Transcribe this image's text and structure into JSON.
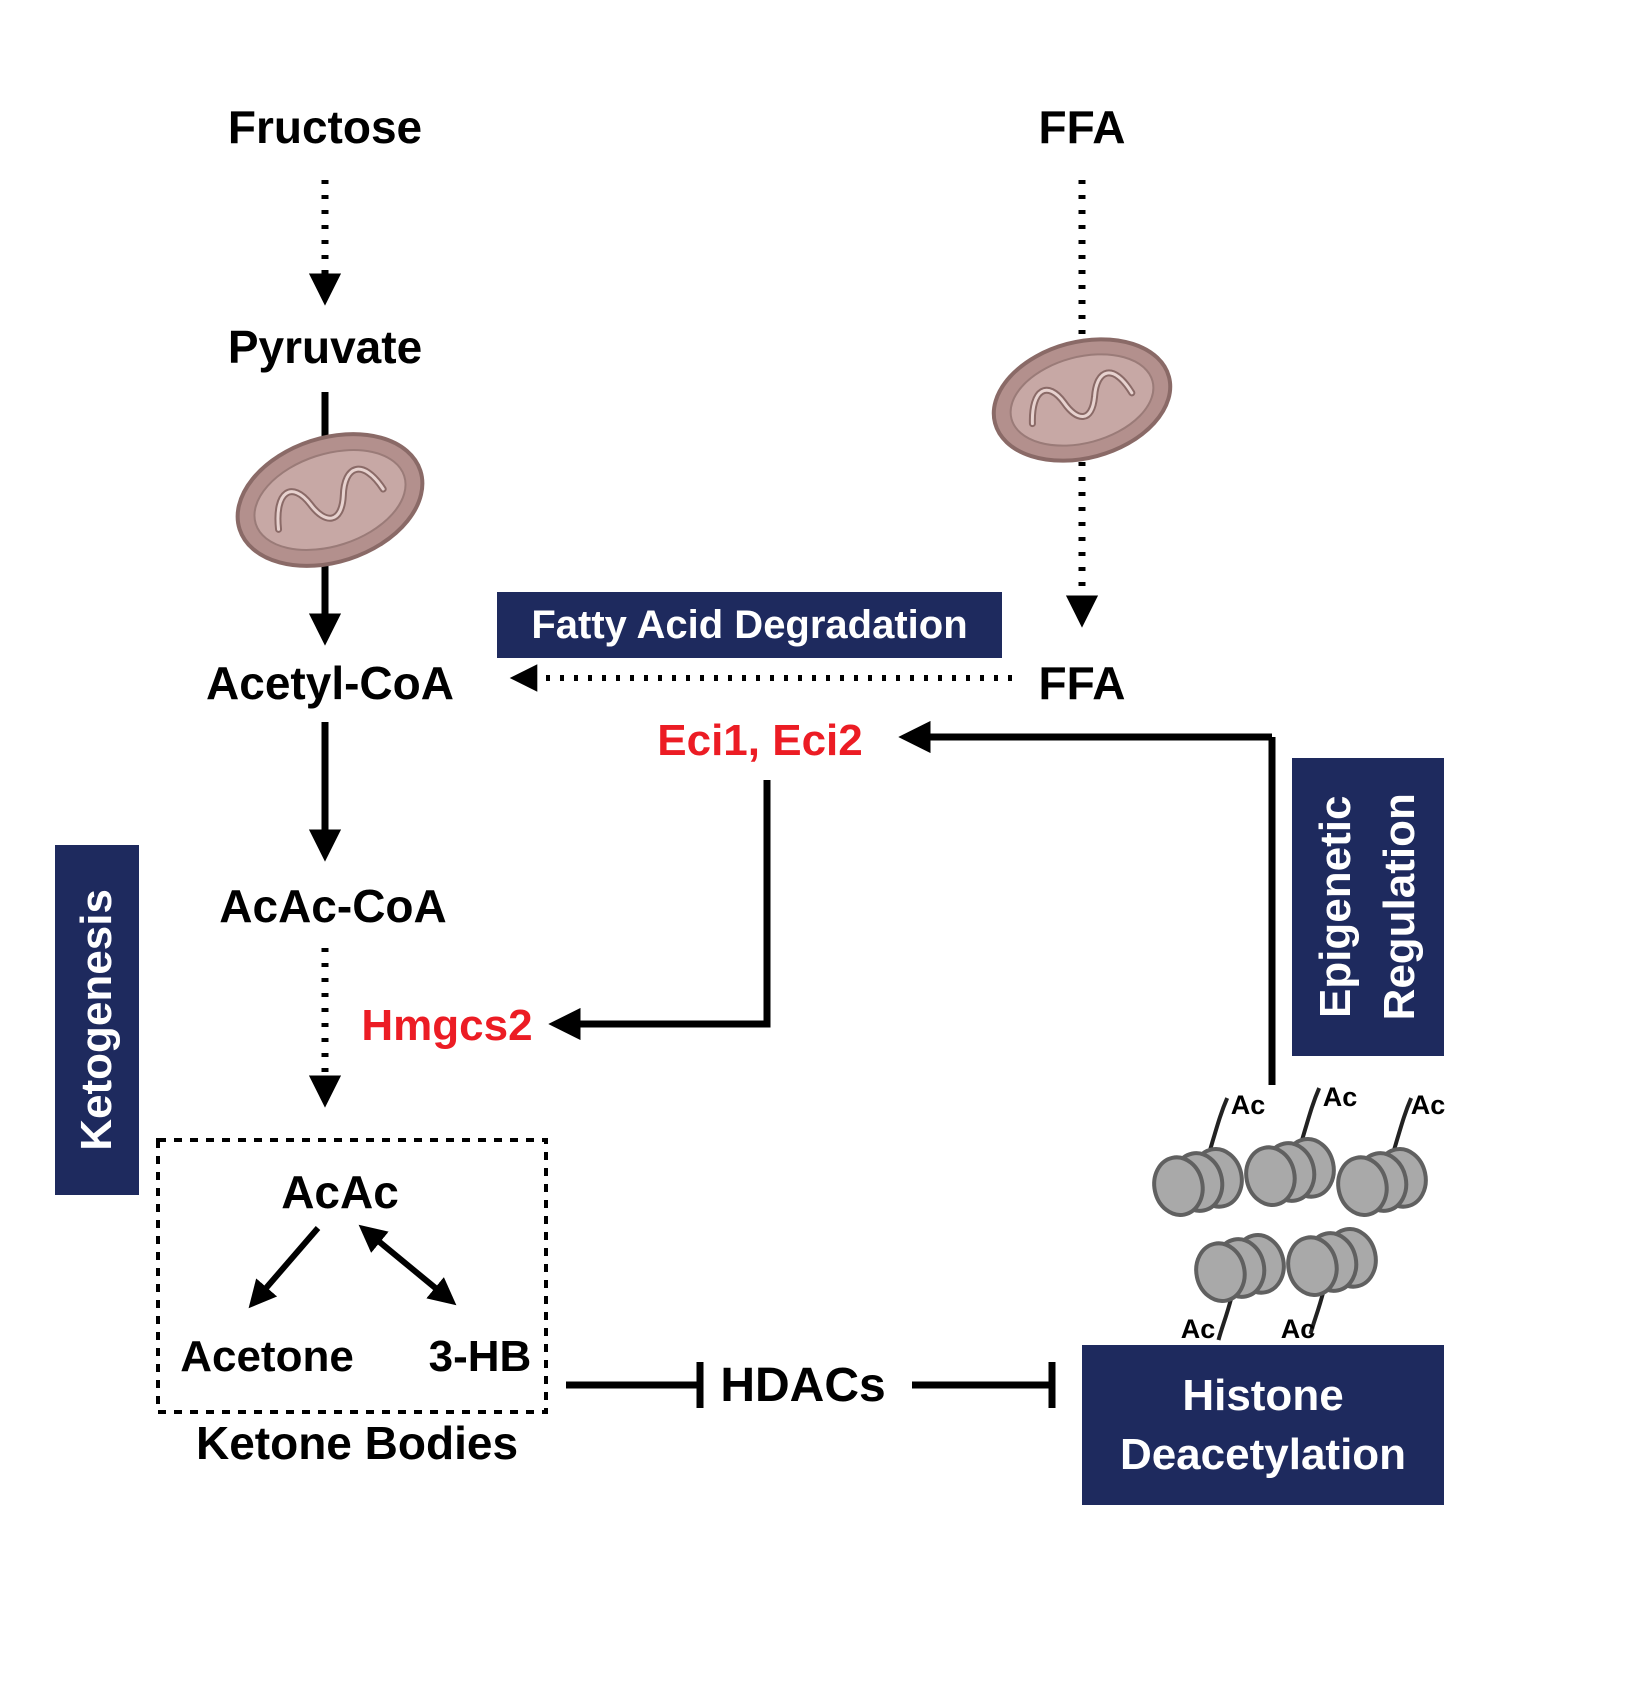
{
  "diagram": {
    "nodes": {
      "fructose": "Fructose",
      "pyruvate": "Pyruvate",
      "acetyl_coa": "Acetyl-CoA",
      "acac_coa": "AcAc-CoA",
      "acac": "AcAc",
      "acetone": "Acetone",
      "hb3": "3-HB",
      "ketone_bodies": "Ketone Bodies",
      "ffa_top": "FFA",
      "ffa_mid": "FFA",
      "hdacs": "HDACs"
    },
    "enzymes": {
      "eci": "Eci1, Eci2",
      "hmgcs2": "Hmgcs2"
    },
    "labels": {
      "ketogenesis": "Ketogenesis",
      "fatty_acid_degradation": "Fatty Acid Degradation",
      "epigenetic_line1": "Epigenetic",
      "epigenetic_line2": "Regulation",
      "histone_deacetylation_line1": "Histone",
      "histone_deacetylation_line2": "Deacetylation"
    },
    "ac_labels": [
      "Ac",
      "Ac",
      "Ac",
      "Ac",
      "Ac"
    ],
    "colors": {
      "navy": "#1e2a5e",
      "red": "#ec1c24",
      "line": "#000000",
      "mitochondrion_fill": "#b3908d",
      "mitochondrion_inner": "#c7a8a5",
      "mitochondrion_stroke": "#8a6a67",
      "histone_fill": "#a9a9a9",
      "histone_stroke": "#606060"
    }
  }
}
